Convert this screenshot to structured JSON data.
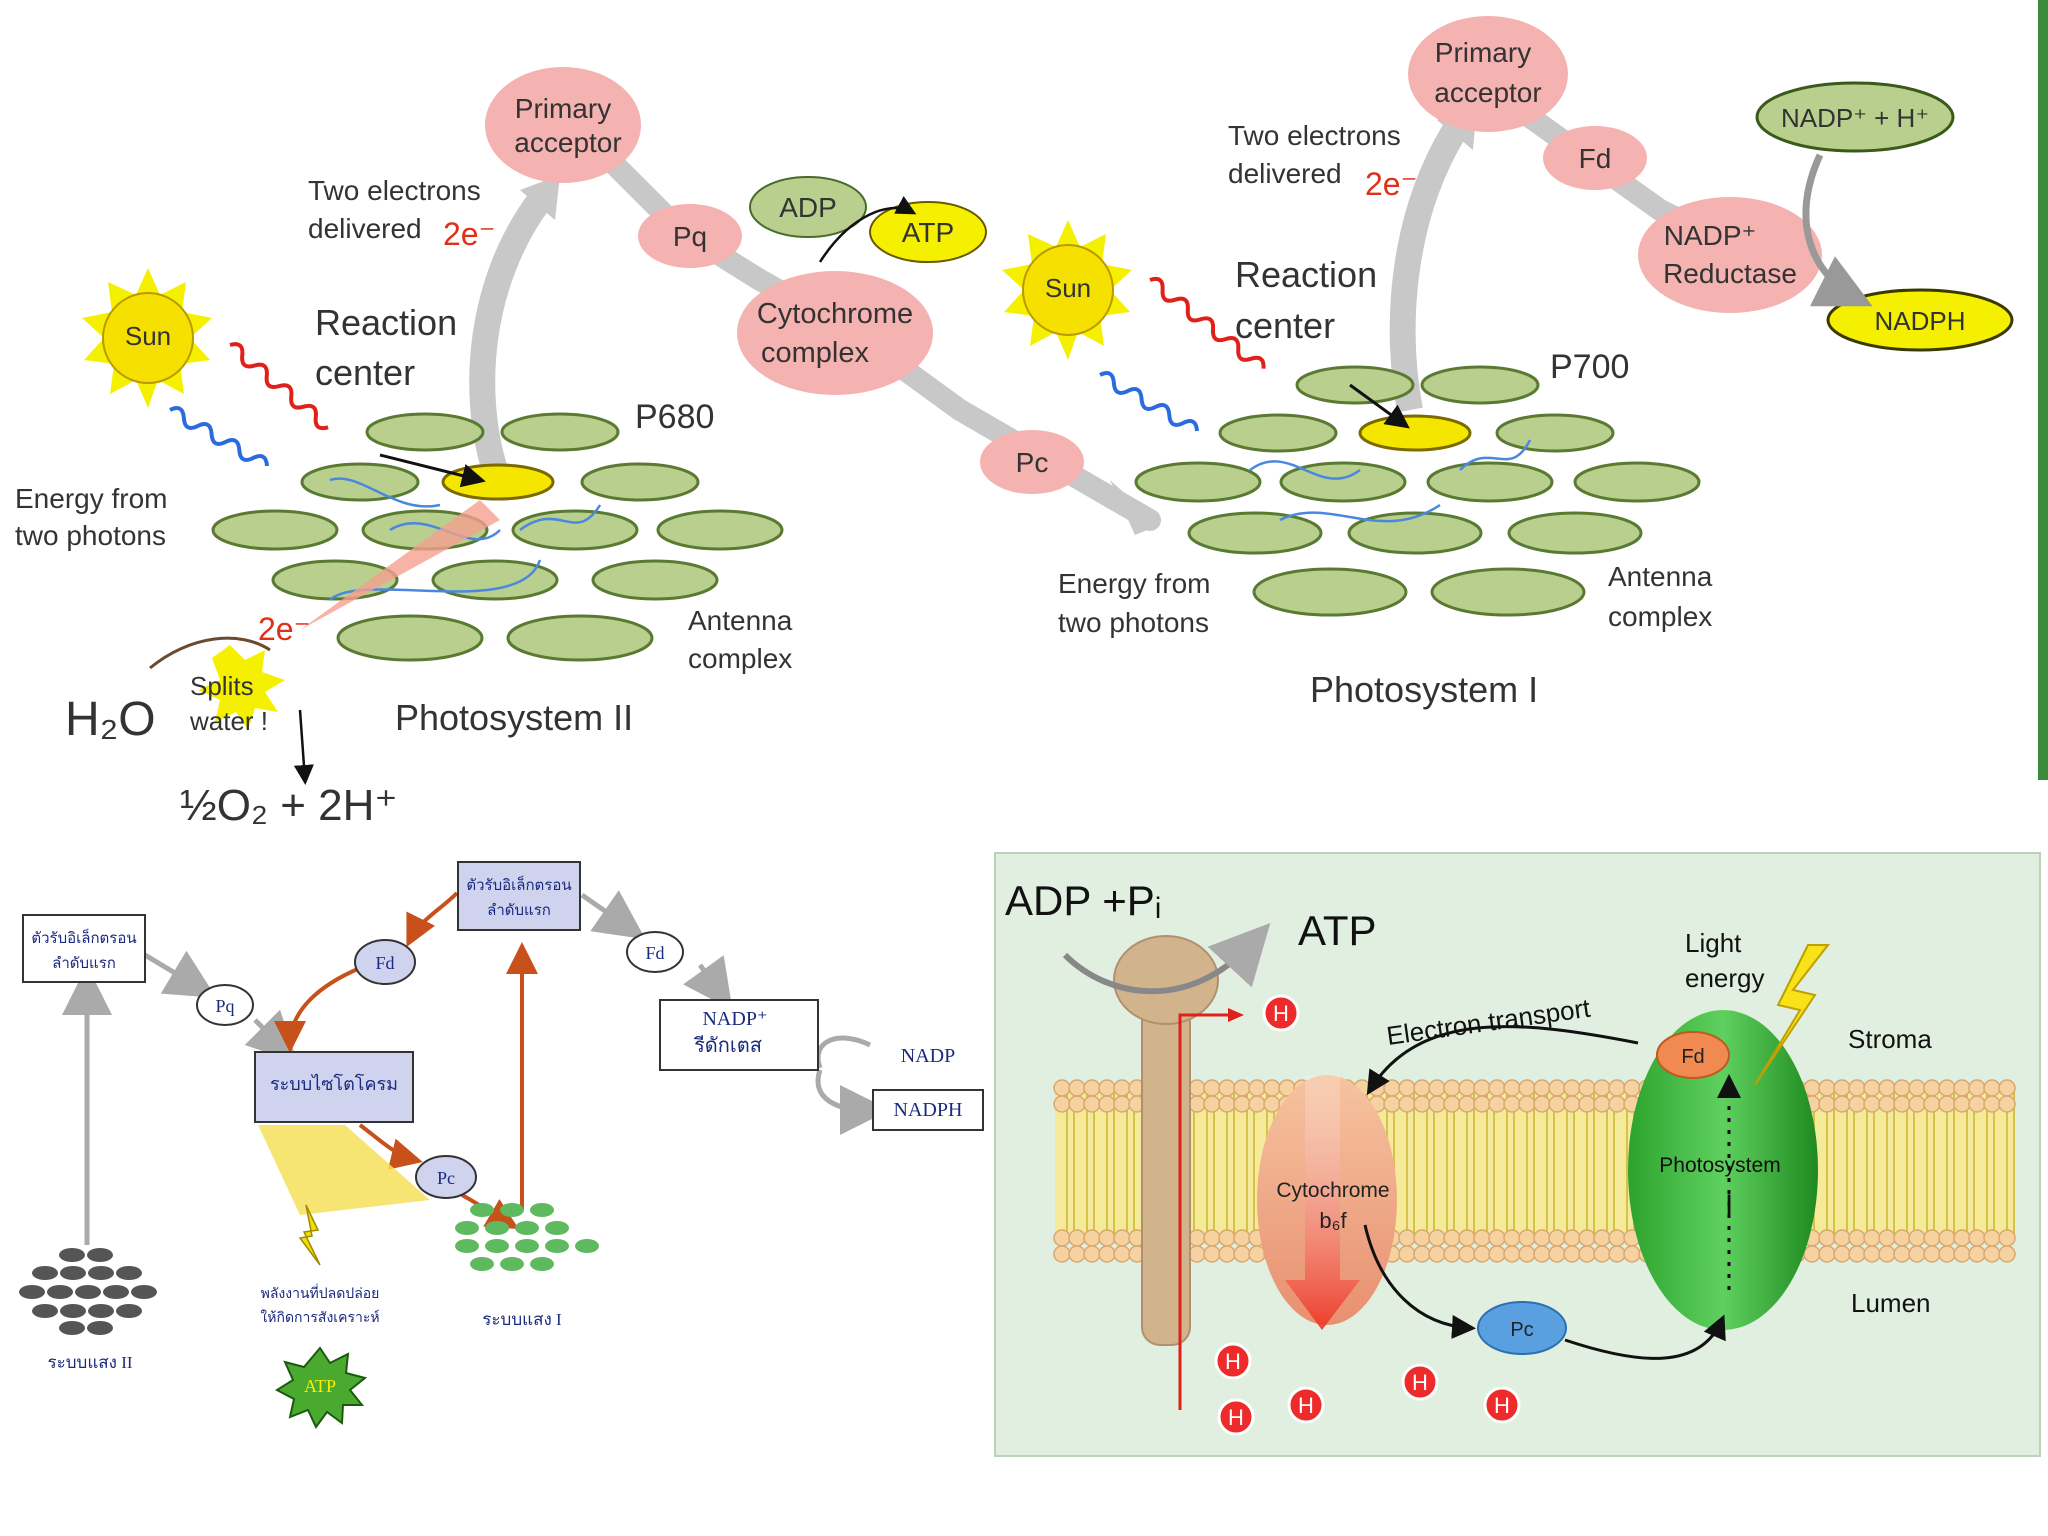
{
  "top": {
    "ps2": {
      "title": "Photosystem II",
      "sun": "Sun",
      "primary_acceptor": [
        "Primary",
        "acceptor"
      ],
      "two_electrons": [
        "Two electrons",
        "delivered"
      ],
      "electron_label": "2e⁻",
      "reaction_center": [
        "Reaction",
        "center"
      ],
      "p_label": "P680",
      "energy_from": [
        "Energy from",
        "two photons"
      ],
      "antenna": [
        "Antenna",
        "complex"
      ],
      "water": "H₂O",
      "splits": [
        "Splits",
        "water !"
      ],
      "products": "½O₂ + 2H⁺",
      "low_electrons": "2e⁻"
    },
    "chain": {
      "pq": "Pq",
      "adp": "ADP",
      "atp": "ATP",
      "cytochrome": [
        "Cytochrome",
        "complex"
      ],
      "pc": "Pc"
    },
    "ps1": {
      "title": "Photosystem I",
      "sun": "Sun",
      "primary_acceptor": [
        "Primary",
        "acceptor"
      ],
      "two_electrons": [
        "Two electrons",
        "delivered"
      ],
      "electron_label": "2e⁻",
      "reaction_center": [
        "Reaction",
        "center"
      ],
      "p_label": "P700",
      "energy_from": [
        "Energy from",
        "two photons"
      ],
      "antenna": [
        "Antenna",
        "complex"
      ],
      "fd": "Fd",
      "nadp_h": "NADP⁺ + H⁺",
      "reductase": [
        "NADP⁺",
        "Reductase"
      ],
      "nadph": "NADPH"
    }
  },
  "thai": {
    "acceptor_left": [
      "ตัวรับอิเล็กตรอน",
      "ลำดับแรก"
    ],
    "acceptor_top": [
      "ตัวรับอิเล็กตรอน",
      "ลำดับแรก"
    ],
    "pq": "Pq",
    "fd_left": "Fd",
    "fd_right": "Fd",
    "cyt_system": "ระบบไซโตโครม",
    "pc": "Pc",
    "nadp_box": [
      "NADP⁺",
      "รีดักเตส"
    ],
    "nadp": "NADP",
    "nadph": "NADPH",
    "energy_text": [
      "พลังงานที่ปลดปล่อย",
      "ให้กิดการสังเคราะห์"
    ],
    "atp": "ATP",
    "ps1": "ระบบแสง I",
    "ps2": "ระบบแสง II"
  },
  "membrane": {
    "adp": "ADP +Pᵢ",
    "atp": "ATP",
    "light_energy": [
      "Light",
      "energy"
    ],
    "electron_transport": "Electron transport",
    "stroma": "Stroma",
    "lumen": "Lumen",
    "fd": "Fd",
    "photosystem": [
      "Photosystem",
      "I"
    ],
    "cytochrome": [
      "Cytochrome",
      "b₆f"
    ],
    "pc": "Pc",
    "proton": "H"
  }
}
